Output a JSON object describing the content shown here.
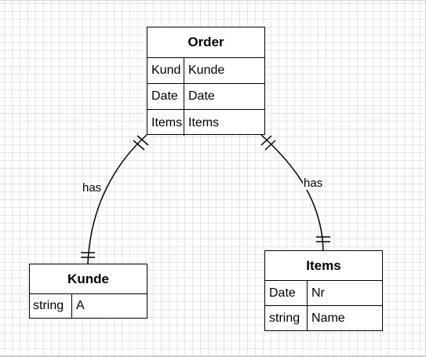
{
  "entities": {
    "order": {
      "title": "Order",
      "rows": [
        {
          "key": "Kund",
          "value": "Kunde"
        },
        {
          "key": "Date",
          "value": "Date"
        },
        {
          "key": "Items",
          "value": "Items"
        }
      ]
    },
    "kunde": {
      "title": "Kunde",
      "rows": [
        {
          "key": "string",
          "value": "A"
        }
      ]
    },
    "items": {
      "title": "Items",
      "rows": [
        {
          "key": "Date",
          "value": "Nr"
        },
        {
          "key": "string",
          "value": "Name"
        }
      ]
    }
  },
  "relationships": [
    {
      "from": "Order",
      "to": "Kunde",
      "label": "has",
      "from_cardinality": "one-and-only-one",
      "to_cardinality": "one-and-only-one"
    },
    {
      "from": "Order",
      "to": "Items",
      "label": "has",
      "from_cardinality": "one-and-only-one",
      "to_cardinality": "one-and-only-one"
    }
  ],
  "colors": {
    "line": "#000000",
    "grid": "#e6e6e6",
    "background": "#ffffff"
  }
}
